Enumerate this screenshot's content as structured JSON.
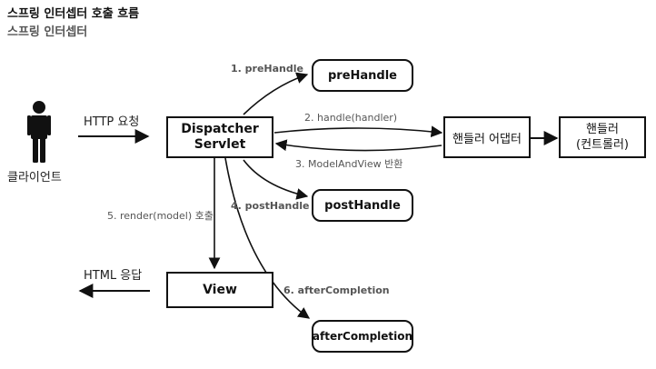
{
  "header": {
    "title": "스프링 인터셉터 호출 흐름",
    "subtitle": "스프링 인터셉터"
  },
  "client": {
    "label": "클라이언트"
  },
  "request_label": "HTTP 요청",
  "response_label": "HTML 응답",
  "nodes": {
    "dispatcher_line1": "Dispatcher",
    "dispatcher_line2": "Servlet",
    "prehandle": "preHandle",
    "handler_adapter": "핸들러 어댑터",
    "handler_line1": "핸들러",
    "handler_line2": "(컨트롤러)",
    "posthandle": "postHandle",
    "view": "View",
    "aftercompletion": "afterCompletion"
  },
  "edges": {
    "e1": "1. preHandle",
    "e2": "2. handle(handler)",
    "e3": "3. ModelAndView 반환",
    "e4": "4. postHandle",
    "e5": "5. render(model) 호출",
    "e6": "6. afterCompletion"
  },
  "colors": {
    "stroke": "#111111",
    "label_gray": "#555555"
  }
}
